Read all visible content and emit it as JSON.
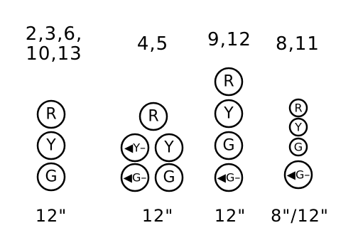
{
  "columns": [
    {
      "label_line1": "2,3,6,",
      "label_line2": "10,13",
      "size": "12\"",
      "signals": [
        "R",
        "Y",
        "G"
      ]
    },
    {
      "label_line1": "4,5",
      "label_line2": "",
      "size": "12\"",
      "signals": [
        "R",
        "◀Y–",
        "Y",
        "◀G–",
        "G"
      ]
    },
    {
      "label_line1": "9,12",
      "label_line2": "",
      "size": "12\"",
      "signals": [
        "R",
        "Y",
        "G",
        "◀G–"
      ]
    },
    {
      "label_line1": "8,11",
      "label_line2": "",
      "size": "8\"/12\"",
      "signals": [
        "R",
        "Y",
        "G",
        "◀G–"
      ]
    }
  ]
}
